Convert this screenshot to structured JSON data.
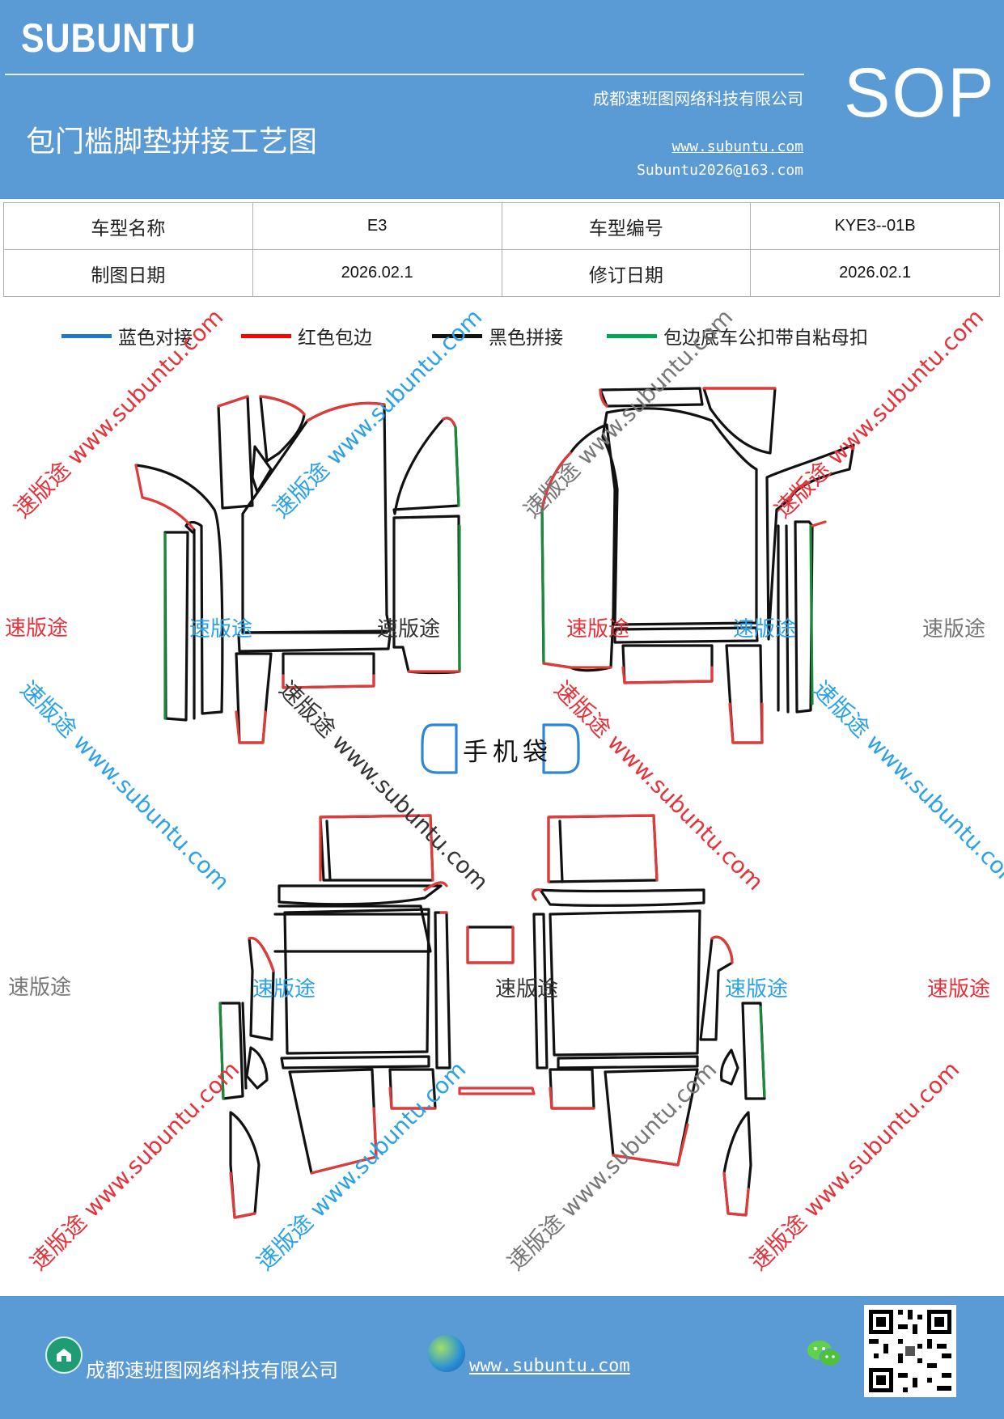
{
  "header": {
    "brand": "SUBUNTU",
    "company": "成都速班图网络科技有限公司",
    "title": "包门槛脚垫拼接工艺图",
    "url": "www.subuntu.com",
    "email": "Subuntu2026@163.com",
    "badge": "SOP"
  },
  "info_table": {
    "rows": [
      {
        "label1": "车型名称",
        "value1": "E3",
        "label2": "车型编号",
        "value2": "KYE3--01B"
      },
      {
        "label1": "制图日期",
        "value1": "2026.02.1",
        "label2": "修订日期",
        "value2": "2026.02.1"
      }
    ]
  },
  "legend": [
    {
      "label": "蓝色对接",
      "color": "#1f78c8"
    },
    {
      "label": "红色包边",
      "color": "#ff0000"
    },
    {
      "label": "黑色拼接",
      "color": "#111111"
    },
    {
      "label": "包边底车公扣带自粘母扣",
      "color": "#00a651"
    }
  ],
  "diagram": {
    "pocket_label": "手机袋",
    "colors": {
      "blue": "#2f86d6",
      "red": "#e03a3a",
      "black": "#111111",
      "green": "#1a8a3a"
    }
  },
  "watermarks": {
    "text": "速版途",
    "domain_text": "速版途 www.subuntu.com",
    "colors": {
      "red": "#e8313a",
      "blue": "#2aa1e8",
      "gray": "#777777"
    }
  },
  "footer": {
    "company": "成都速班图网络科技有限公司",
    "url": "www.subuntu.com ",
    "icons": [
      "company-icon",
      "globe-icon",
      "wechat-icon",
      "qr-code"
    ]
  }
}
